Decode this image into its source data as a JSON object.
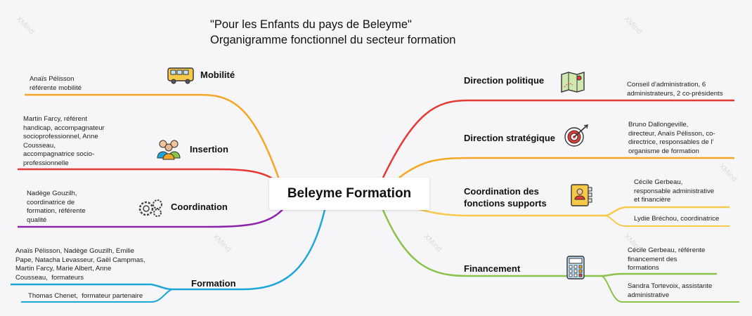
{
  "title": {
    "line1": "\"Pour les Enfants du pays de Beleyme\"",
    "line2": "Organigramme fonctionnel du secteur formation"
  },
  "central": {
    "label": "Beleyme Formation"
  },
  "branches": {
    "mobilite": {
      "label": "Mobilité",
      "color": "#f5a623",
      "icon": "bus-icon",
      "notes": [
        "Anaïs Pélisson\nréférente mobilité"
      ]
    },
    "insertion": {
      "label": "Insertion",
      "color": "#e53935",
      "icon": "people-icon",
      "notes": [
        "Martin Farcy, référent\nhandicap, accompagnateur\nsocioprofessionnel, Anne\nCousseau,\naccompagnatrice socio-\nprofessionnelle"
      ]
    },
    "coordination": {
      "label": "Coordination",
      "color": "#8e24aa",
      "icon": "gears-icon",
      "notes": [
        "Nadège Gouzilh,\ncoordinatrice de\nformation, référente\nqualité"
      ]
    },
    "formation": {
      "label": "Formation",
      "color": "#1ea6d8",
      "icon": "",
      "notes": [
        "Anaïs Pélisson, Nadège Gouzilh, Emilie\nPape, Natacha Levasseur, Gaël Campmas,\nMartin Farcy, Marie Albert, Anne\nCousseau,  formateurs",
        "Thomas Chenet,  formateur partenaire"
      ]
    },
    "direction_politique": {
      "label": "Direction politique",
      "color": "#e53935",
      "icon": "map-icon",
      "notes": [
        "Conseil d'administration, 6\nadministrateurs, 2 co-présidents"
      ]
    },
    "direction_strategique": {
      "label": "Direction stratégique",
      "color": "#f5a623",
      "icon": "target-icon",
      "notes": [
        "Bruno Dallongeville,\ndirecteur, Anaïs Pélisson, co-\ndirectrice, responsables de l'\norganisme de formation"
      ]
    },
    "coordination_supports": {
      "label": "Coordination des\nfonctions supports",
      "color": "#f7c948",
      "icon": "id-card-icon",
      "notes": [
        "Cécile Gerbeau,\nresponsable administrative\net financière",
        "Lydie Bréchou, coordinatrice"
      ]
    },
    "financement": {
      "label": "Financement",
      "color": "#8bc34a",
      "icon": "calculator-icon",
      "notes": [
        "Cécile Gerbeau, référente\nfinancement des\nformations",
        "Sandra Tortevoix, assistante\nadministrative"
      ]
    }
  },
  "watermark": "XMind"
}
